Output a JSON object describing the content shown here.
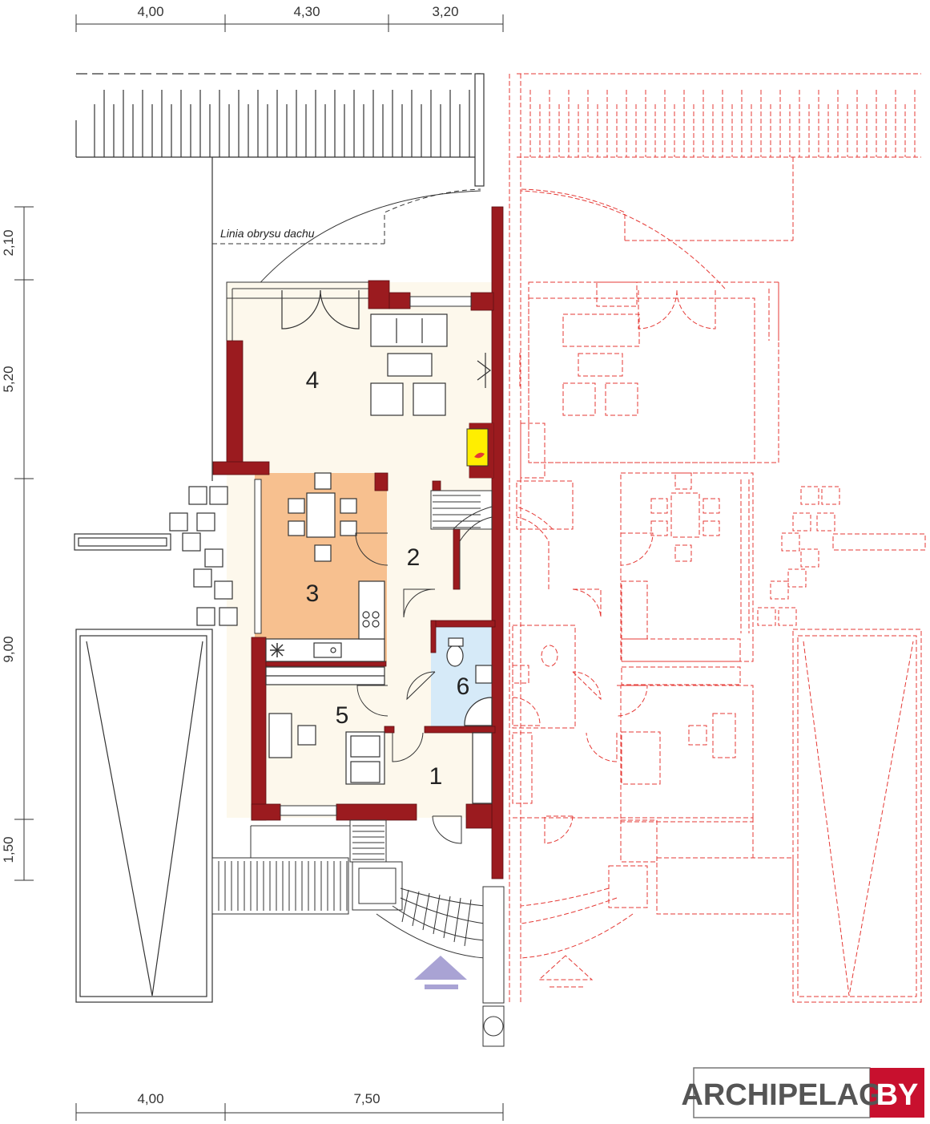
{
  "dimensions": {
    "top": [
      "4,00",
      "4,30",
      "3,20"
    ],
    "bottom": [
      "4,00",
      "7,50"
    ],
    "left": [
      "2,10",
      "5,20",
      "9,00",
      "1,50"
    ]
  },
  "roof_outline_label": "Linia obrysu dachu",
  "rooms": [
    {
      "number": "1"
    },
    {
      "number": "2"
    },
    {
      "number": "3"
    },
    {
      "number": "4"
    },
    {
      "number": "5"
    },
    {
      "number": "6"
    }
  ],
  "logo": {
    "left": "ARCHIPELAG",
    "right": "BY"
  },
  "colors": {
    "wall": "#9b1b1f",
    "floor": "#fdf8ec",
    "kitchen": "#f7c08f",
    "bathroom": "#d6eaf8",
    "fireplace": "#ffee00",
    "mirror": "#e53935",
    "entrance_arrow": "#a9a3d4",
    "logo_red": "#c8102e",
    "logo_dark": "#555555"
  }
}
